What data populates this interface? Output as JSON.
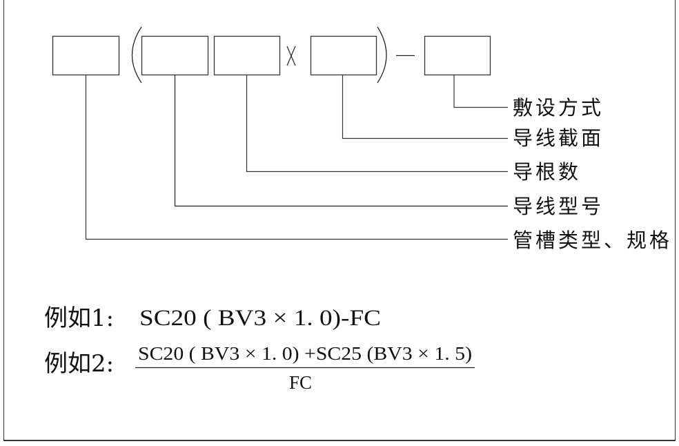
{
  "diagram": {
    "title_format": "wiring-designation-format",
    "operators": {
      "open_paren": "(",
      "multiply": "×",
      "close_paren": ")",
      "dash": "—"
    },
    "boxes": [
      {
        "id": "conduit",
        "label": "管槽类型、规格"
      },
      {
        "id": "wire-type",
        "label": "导线型号"
      },
      {
        "id": "wire-count",
        "label": "导根数"
      },
      {
        "id": "wire-section",
        "label": "导线截面"
      },
      {
        "id": "laying-method",
        "label": "敷设方式"
      }
    ]
  },
  "labels": {
    "laying_method": "敷设方式",
    "wire_section": "导线截面",
    "wire_count": "导根数",
    "wire_type": "导线型号",
    "conduit_spec": "管槽类型、规格"
  },
  "examples": {
    "example1": {
      "prefix": "例如1:",
      "formula": "SC20 ( BV3 × 1. 0)-FC"
    },
    "example2": {
      "prefix": "例如2:",
      "numerator": "SC20 ( BV3 × 1. 0) +SC25 (BV3 × 1. 5)",
      "denominator": "FC"
    }
  },
  "colors": {
    "line": "#222222",
    "text": "#111111",
    "background": "#ffffff"
  }
}
